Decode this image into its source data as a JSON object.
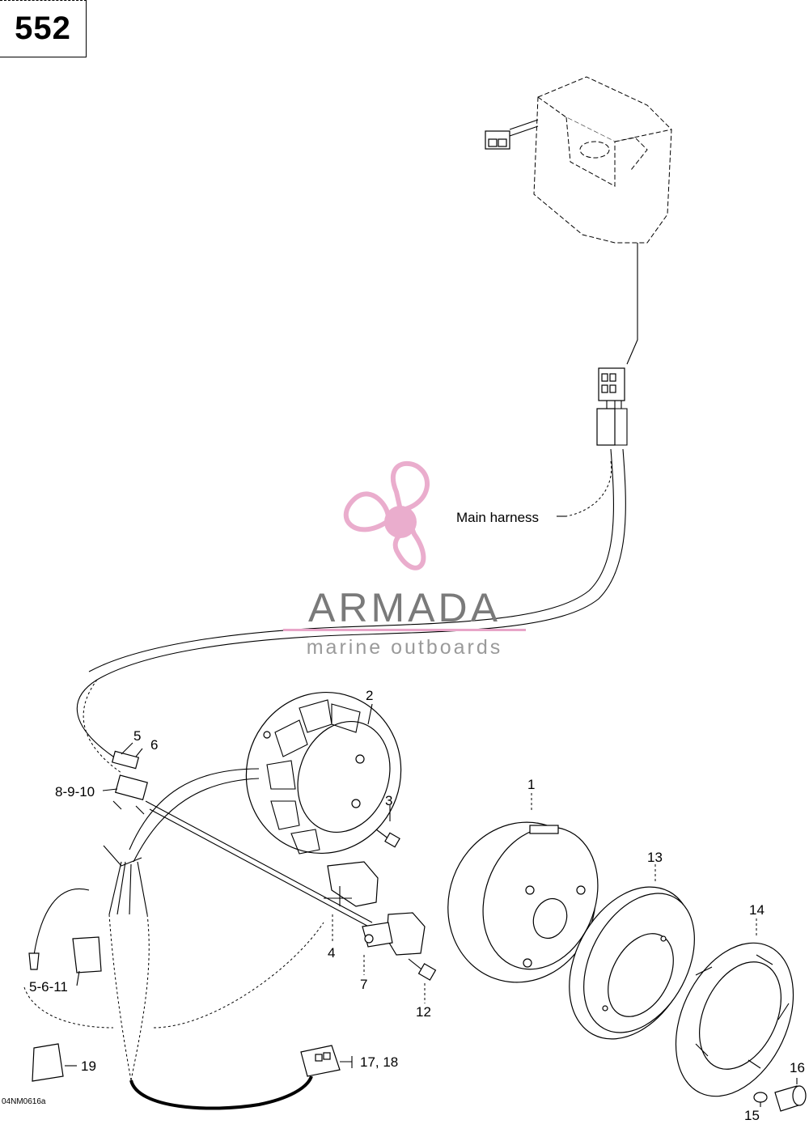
{
  "page_number": "552",
  "labels": {
    "main_harness": "Main harness",
    "part_1": "1",
    "part_2": "2",
    "part_3": "3",
    "part_4": "4",
    "part_5": "5",
    "part_6": "6",
    "part_7": "7",
    "part_8_9_10": "8-9-10",
    "part_5_6_11": "5-6-11",
    "part_12": "12",
    "part_13": "13",
    "part_14": "14",
    "part_15": "15",
    "part_16": "16",
    "part_17_18": "17, 18",
    "part_19": "19"
  },
  "drawing_code": "04NM0616a",
  "watermark": {
    "brand": "ARMADA",
    "tagline": "marine outboards",
    "colors": {
      "logo_pink": "#e8a5c8",
      "logo_dark_pink": "#d98bb7",
      "text_gray": "#7a7a7a"
    }
  }
}
